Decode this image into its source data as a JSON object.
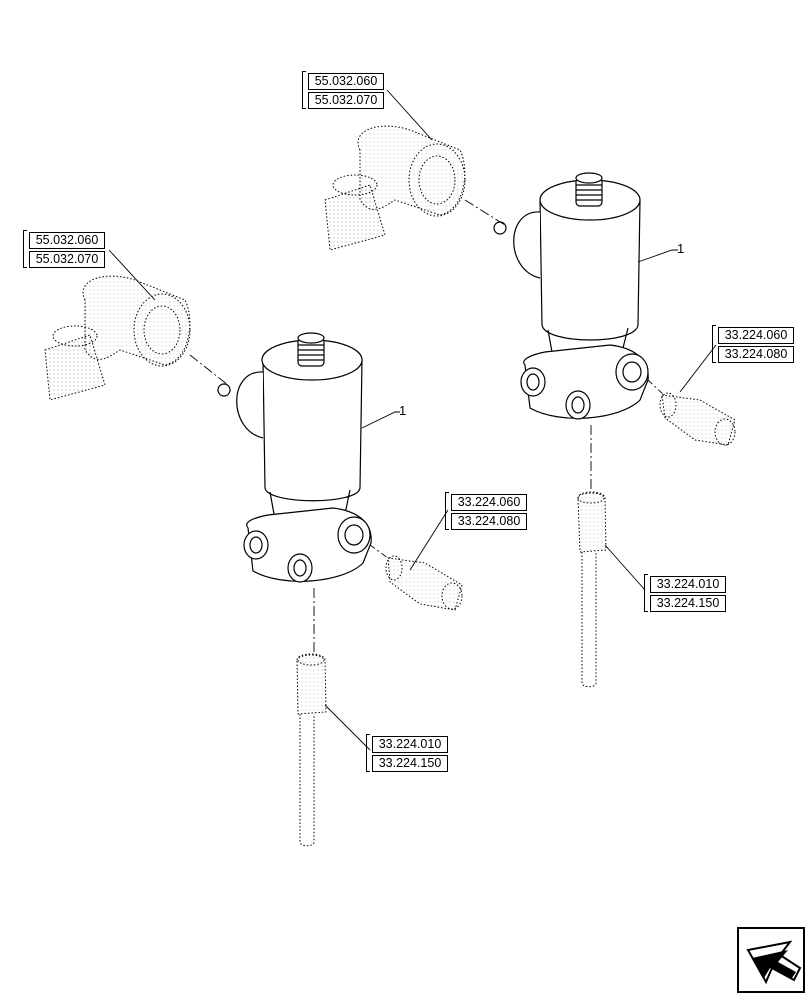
{
  "refs": {
    "a": {
      "top": "55.032.060",
      "bottom": "55.032.070"
    },
    "b": {
      "top": "55.032.060",
      "bottom": "55.032.070"
    },
    "c": {
      "top": "33.224.060",
      "bottom": "33.224.080"
    },
    "d": {
      "top": "33.224.060",
      "bottom": "33.224.080"
    },
    "e": {
      "top": "33.224.010",
      "bottom": "33.224.150"
    },
    "f": {
      "top": "33.224.010",
      "bottom": "33.224.150"
    }
  },
  "callouts": {
    "valve_upper": "1",
    "valve_lower": "1"
  },
  "icons": {
    "nav": "arrow-icon"
  }
}
